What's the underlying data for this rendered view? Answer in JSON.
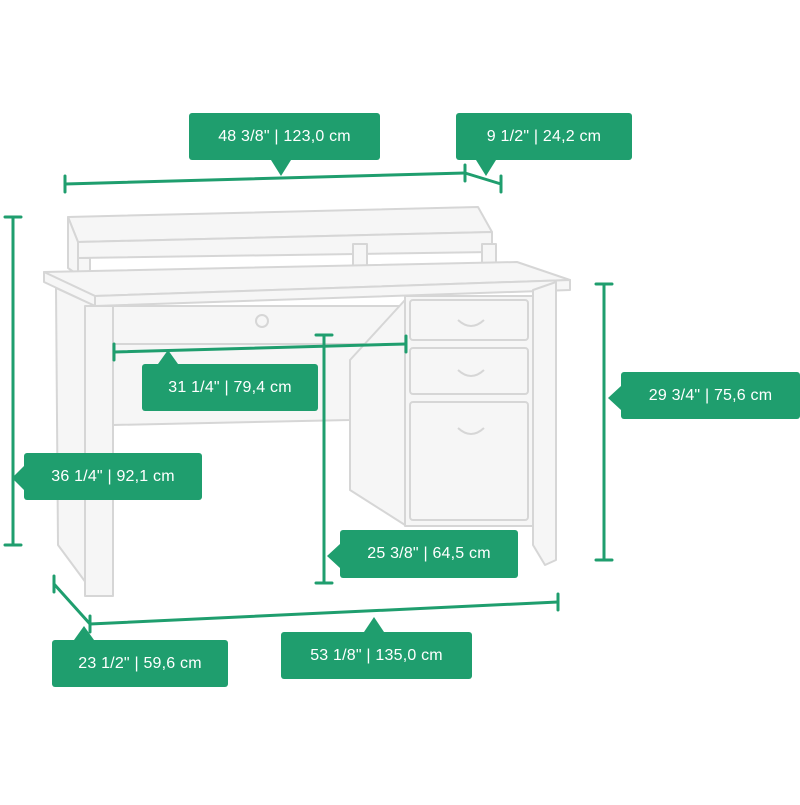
{
  "colors": {
    "dimension": "#1f9e6e",
    "label_text": "#ffffff",
    "outline": "#d4d4d4",
    "fill": "#f6f6f6",
    "background": "#ffffff"
  },
  "dimensions": {
    "hutch_width": "48 3/8\"  |  123,0 cm",
    "hutch_depth": "9 1/2\"  |  24,2 cm",
    "drawer_width": "31 1/4\"  |  79,4 cm",
    "total_height": "36 1/4\"  |  92,1 cm",
    "desk_height": "29 3/4\"  |  75,6 cm",
    "knee_height": "25 3/8\"  |  64,5 cm",
    "desk_depth": "23 1/2\"  |  59,6 cm",
    "desk_width": "53 1/8\"  |  135,0 cm"
  }
}
